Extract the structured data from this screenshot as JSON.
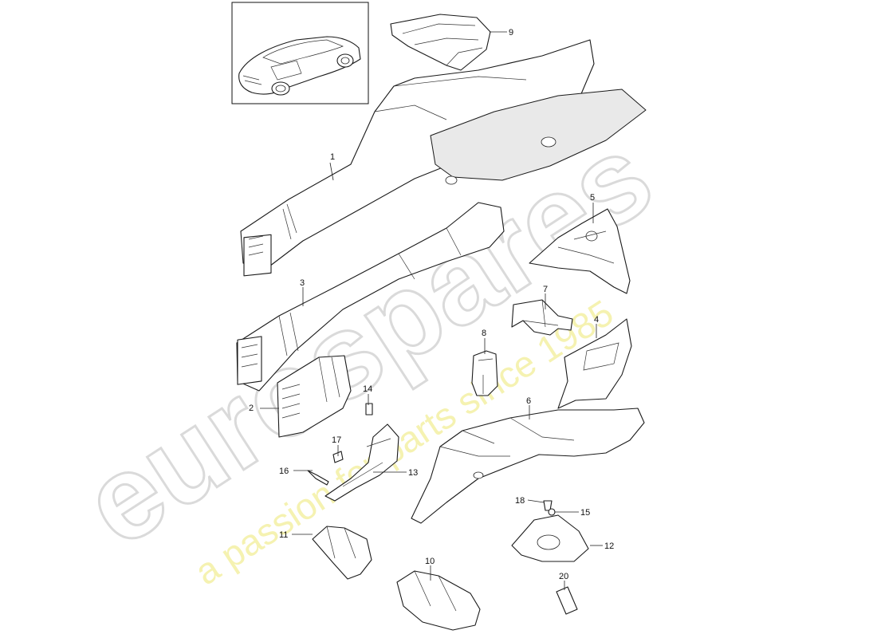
{
  "watermark": {
    "brand": "eurospares",
    "tagline": "a passion for parts since 1985"
  },
  "callouts": [
    {
      "id": "1",
      "label": "1"
    },
    {
      "id": "2",
      "label": "2"
    },
    {
      "id": "3",
      "label": "3"
    },
    {
      "id": "4",
      "label": "4"
    },
    {
      "id": "5",
      "label": "5"
    },
    {
      "id": "6",
      "label": "6"
    },
    {
      "id": "7",
      "label": "7"
    },
    {
      "id": "8",
      "label": "8"
    },
    {
      "id": "9",
      "label": "9"
    },
    {
      "id": "10",
      "label": "10"
    },
    {
      "id": "11",
      "label": "11"
    },
    {
      "id": "12",
      "label": "12"
    },
    {
      "id": "13",
      "label": "13"
    },
    {
      "id": "14",
      "label": "14"
    },
    {
      "id": "15",
      "label": "15"
    },
    {
      "id": "16",
      "label": "16"
    },
    {
      "id": "17",
      "label": "17"
    },
    {
      "id": "18",
      "label": "18"
    },
    {
      "id": "20",
      "label": "20"
    }
  ],
  "colors": {
    "line": "#1a1a1a",
    "watermark_gray": "#d9d9d9",
    "watermark_yellow": "#f2ee9a"
  }
}
